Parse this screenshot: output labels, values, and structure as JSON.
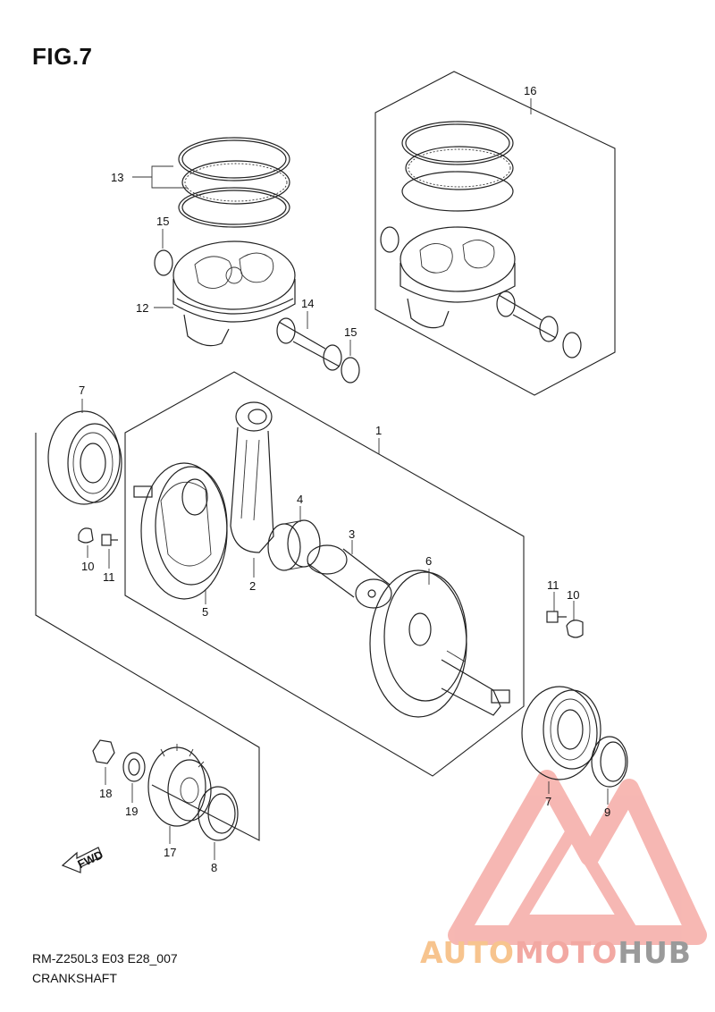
{
  "figure": {
    "title": "FIG.7"
  },
  "footer": {
    "code": "RM-Z250L3 E03 E28_007",
    "name": "CRANKSHAFT"
  },
  "watermark": {
    "part1": "AUTO",
    "part2": "MOTO",
    "part3": "HUB",
    "colors": {
      "auto": "#f7c48e",
      "moto": "#f2a8a2",
      "hub": "#9a9a9a",
      "logo": "#f4a09a"
    }
  },
  "fwd_label": "FWD",
  "callouts": {
    "c1": "1",
    "c2": "2",
    "c3": "3",
    "c4": "4",
    "c5": "5",
    "c6": "6",
    "c7a": "7",
    "c7b": "7",
    "c8": "8",
    "c9": "9",
    "c10a": "10",
    "c10b": "10",
    "c11a": "11",
    "c11b": "11",
    "c12": "12",
    "c13": "13",
    "c14": "14",
    "c15a": "15",
    "c15b": "15",
    "c16": "16",
    "c17": "17",
    "c18": "18",
    "c19": "19"
  },
  "icons": [
    "piston-ring-icon",
    "piston-icon",
    "piston-pin-icon",
    "circlip-icon",
    "bearing-icon",
    "crank-web-icon",
    "connecting-rod-icon",
    "oil-seal-icon",
    "nut-icon",
    "washer-icon",
    "gear-icon",
    "bolt-icon",
    "fwd-arrow-icon"
  ]
}
